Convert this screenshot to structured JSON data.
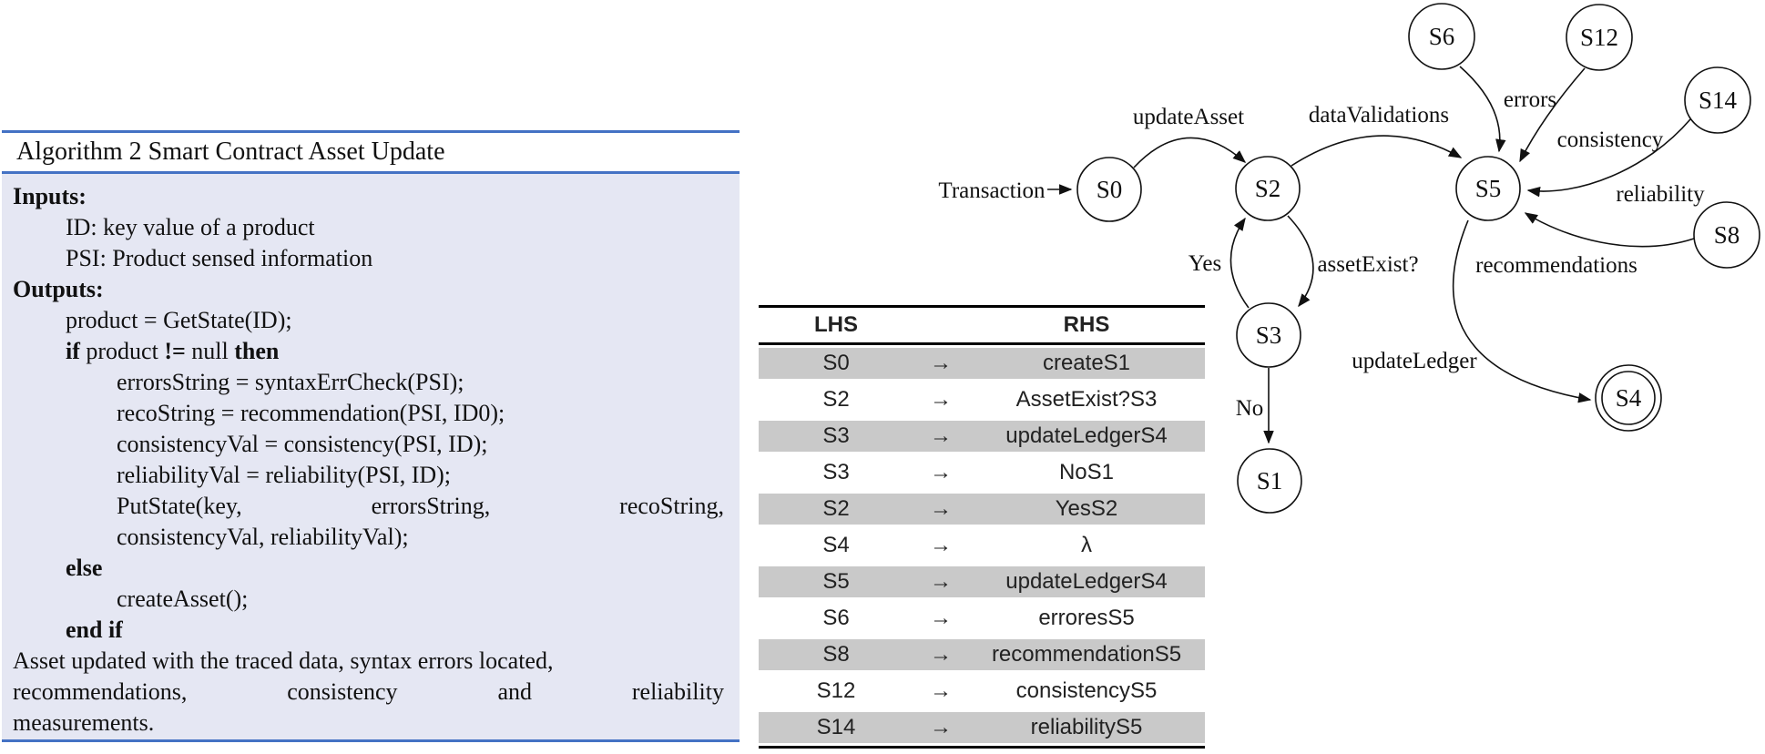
{
  "colors": {
    "accent_blue": "#4472C4",
    "algorithm_background": "#E5E7F3",
    "table_row_gray": "#C9C9C9"
  },
  "algorithm": {
    "title": "Algorithm 2 Smart Contract Asset Update",
    "lines": [
      {
        "indent": 0,
        "segments": [
          {
            "t": "Inputs:",
            "b": true
          }
        ]
      },
      {
        "indent": 1,
        "segments": [
          {
            "t": "ID: key value of a product"
          }
        ]
      },
      {
        "indent": 1,
        "segments": [
          {
            "t": "PSI: Product sensed information"
          }
        ]
      },
      {
        "indent": 0,
        "segments": [
          {
            "t": "Outputs:",
            "b": true
          }
        ]
      },
      {
        "indent": 1,
        "segments": [
          {
            "t": "product = GetState(ID);"
          }
        ]
      },
      {
        "indent": 1,
        "segments": [
          {
            "t": "if ",
            "b": true
          },
          {
            "t": "product "
          },
          {
            "t": "!= ",
            "b": true
          },
          {
            "t": "null "
          },
          {
            "t": "then",
            "b": true
          }
        ]
      },
      {
        "indent": 2,
        "segments": [
          {
            "t": "errorsString = syntaxErrCheck(PSI);"
          }
        ]
      },
      {
        "indent": 2,
        "segments": [
          {
            "t": "recoString = recommendation(PSI, ID0);"
          }
        ]
      },
      {
        "indent": 2,
        "segments": [
          {
            "t": "consistencyVal = consistency(PSI, ID);"
          }
        ]
      },
      {
        "indent": 2,
        "segments": [
          {
            "t": "reliabilityVal = reliability(PSI, ID);"
          }
        ]
      },
      {
        "indent": 2,
        "justify": true,
        "segments": [
          {
            "t": "PutState(key,"
          },
          {
            "t": "errorsString,"
          },
          {
            "t": "recoString,"
          }
        ]
      },
      {
        "indent": 2,
        "segments": [
          {
            "t": "consistencyVal, reliabilityVal);"
          }
        ]
      },
      {
        "indent": 1,
        "segments": [
          {
            "t": "else",
            "b": true
          }
        ]
      },
      {
        "indent": 2,
        "segments": [
          {
            "t": "createAsset();"
          }
        ]
      },
      {
        "indent": 1,
        "segments": [
          {
            "t": "end if",
            "b": true
          }
        ]
      },
      {
        "indent": 0,
        "segments": [
          {
            "t": "Asset updated with the traced data, syntax errors located,"
          }
        ]
      },
      {
        "indent": 0,
        "justify": true,
        "segments": [
          {
            "t": "recommendations,"
          },
          {
            "t": "consistency"
          },
          {
            "t": "and"
          },
          {
            "t": "reliability"
          }
        ]
      },
      {
        "indent": 0,
        "segments": [
          {
            "t": "measurements."
          }
        ]
      }
    ]
  },
  "table": {
    "headers": {
      "lhs": "LHS",
      "rhs": "RHS"
    },
    "arrow": "→",
    "rows": [
      {
        "lhs": "S0",
        "rhs": "createS1",
        "shaded": true
      },
      {
        "lhs": "S2",
        "rhs": "AssetExist?S3",
        "shaded": false
      },
      {
        "lhs": "S3",
        "rhs": "updateLedgerS4",
        "shaded": true
      },
      {
        "lhs": "S3",
        "rhs": "NoS1",
        "shaded": false
      },
      {
        "lhs": "S2",
        "rhs": "YesS2",
        "shaded": true
      },
      {
        "lhs": "S4",
        "rhs": "λ",
        "shaded": false
      },
      {
        "lhs": "S5",
        "rhs": "updateLedgerS4",
        "shaded": true
      },
      {
        "lhs": "S6",
        "rhs": "erroresS5",
        "shaded": false
      },
      {
        "lhs": "S8",
        "rhs": "recommendationS5",
        "shaded": true
      },
      {
        "lhs": "S12",
        "rhs": "consistencyS5",
        "shaded": false
      },
      {
        "lhs": "S14",
        "rhs": "reliabilityS5",
        "shaded": true
      }
    ]
  },
  "diagram": {
    "start_label": "Transaction",
    "states": {
      "s0": "S0",
      "s1": "S1",
      "s2": "S2",
      "s3": "S3",
      "s4": "S4",
      "s5": "S5",
      "s6": "S6",
      "s8": "S8",
      "s12": "S12",
      "s14": "S14"
    },
    "edge_labels": {
      "update_asset": "updateAsset",
      "data_validations": "dataValidations",
      "errors": "errors",
      "consistency": "consistency",
      "reliability": "reliability",
      "recommendations": "recommendations",
      "update_ledger": "updateLedger",
      "asset_exist": "assetExist?",
      "yes": "Yes",
      "no": "No"
    }
  }
}
